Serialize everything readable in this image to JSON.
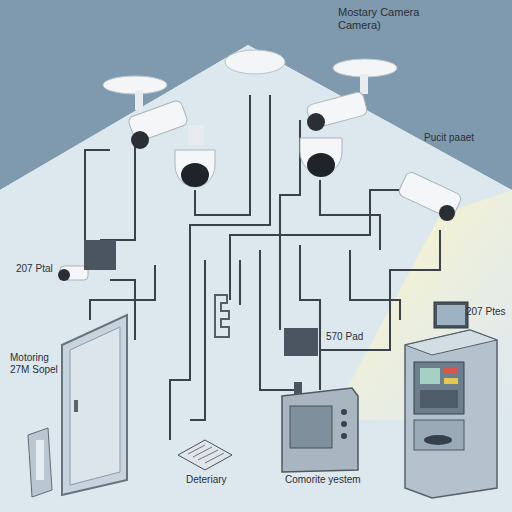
{
  "diagram": {
    "title": "Mostary Camera Camera)",
    "labels": [
      "Pucit paaet",
      "207 Ptal",
      "Motoring 27M Sopel",
      "570 Pad",
      "207 Ptes",
      "Deteriary",
      "Comorite yestem"
    ]
  }
}
